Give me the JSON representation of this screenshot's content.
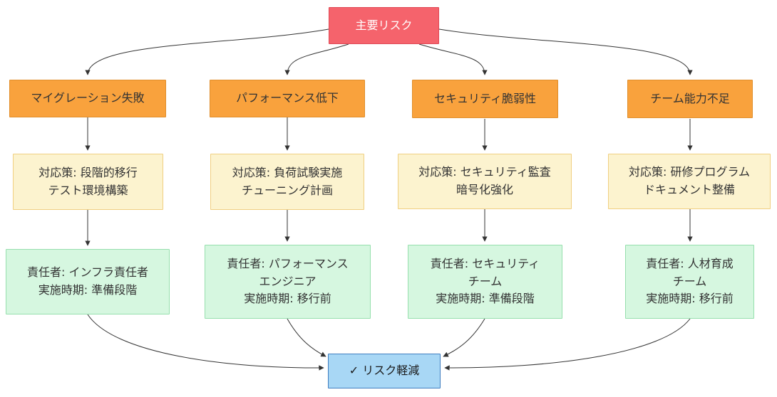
{
  "diagram": {
    "title": "risk-mitigation-flowchart",
    "root": {
      "label": "主要リスク"
    },
    "columns": [
      {
        "risk": {
          "label": "マイグレーション失敗"
        },
        "mitigation": {
          "lines": [
            "対応策: 段階的移行",
            "テスト環境構築"
          ]
        },
        "owner": {
          "lines": [
            "責任者: インフラ責任者",
            "実施時期: 準備段階"
          ]
        }
      },
      {
        "risk": {
          "label": "パフォーマンス低下"
        },
        "mitigation": {
          "lines": [
            "対応策: 負荷試験実施",
            "チューニング計画"
          ]
        },
        "owner": {
          "lines": [
            "責任者: パフォーマンス",
            "エンジニア",
            "実施時期: 移行前"
          ]
        }
      },
      {
        "risk": {
          "label": "セキュリティ脆弱性"
        },
        "mitigation": {
          "lines": [
            "対応策: セキュリティ監査",
            "暗号化強化"
          ]
        },
        "owner": {
          "lines": [
            "責任者: セキュリティ",
            "チーム",
            "実施時期: 準備段階"
          ]
        }
      },
      {
        "risk": {
          "label": "チーム能力不足"
        },
        "mitigation": {
          "lines": [
            "対応策: 研修プログラム",
            "ドキュメント整備"
          ]
        },
        "owner": {
          "lines": [
            "責任者: 人材育成",
            "チーム",
            "実施時期: 移行前"
          ]
        }
      }
    ],
    "result": {
      "label": "✓ リスク軽減",
      "check_icon": "✓"
    },
    "colors": {
      "root_fill": "#F5636C",
      "root_stroke": "#E04956",
      "root_text": "#FFFFFF",
      "risk_fill": "#F9A23D",
      "risk_stroke": "#E08E2B",
      "mitigation_fill": "#FCF3CF",
      "mitigation_stroke": "#F0CF81",
      "owner_fill": "#D6F7E0",
      "owner_stroke": "#96DFAD",
      "result_fill": "#A8D7F5",
      "result_stroke": "#3E7DBF",
      "edge": "#333333",
      "node_text": "#333333"
    }
  }
}
